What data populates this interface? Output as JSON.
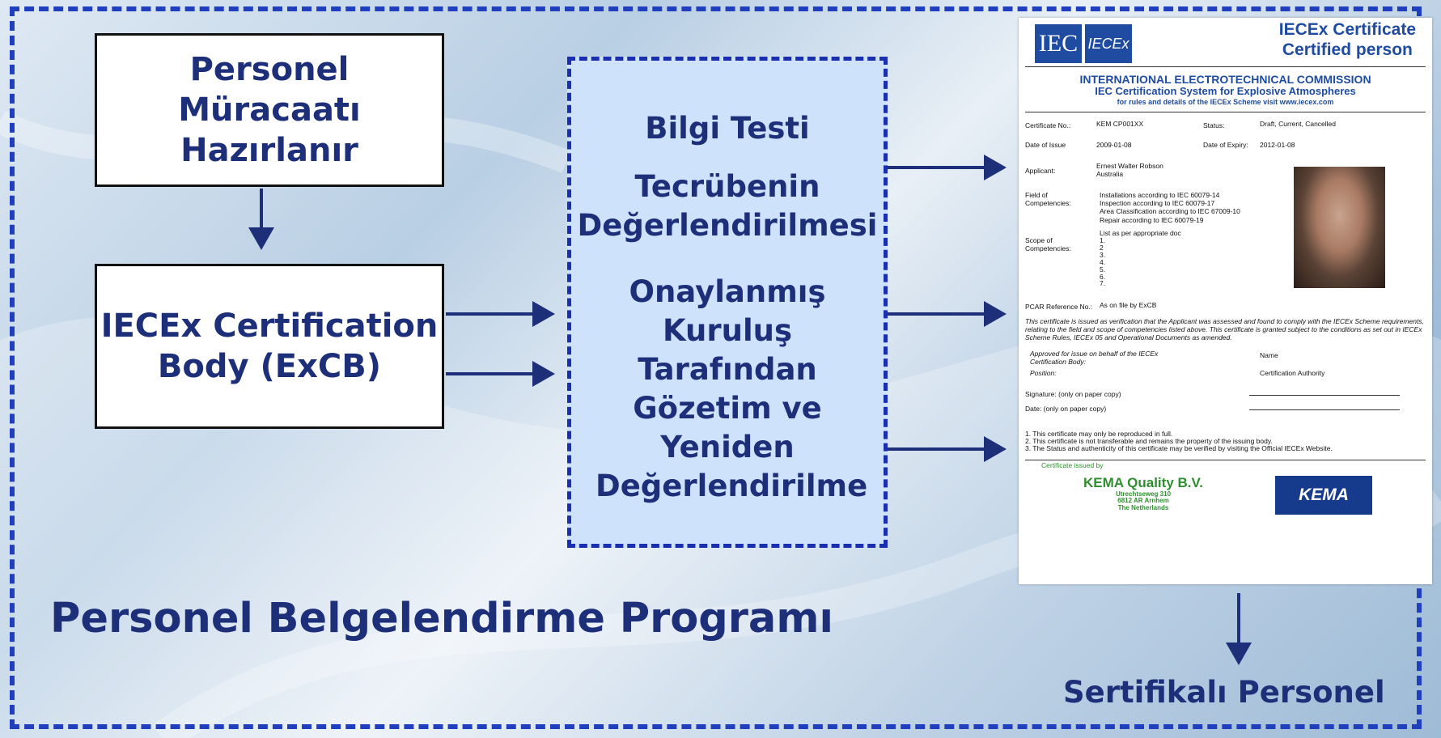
{
  "box_application": "Personel Müracaatı Hazırlanır",
  "box_body": "IECEx Certification Body (ExCB)",
  "process": {
    "item1": "Bilgi Testi",
    "item2": "Tecrübenin Değerlendirilmesi",
    "item3": "Onaylanmış Kuruluş Tarafından Gözetim ve Yeniden Değerlendirilme"
  },
  "certificate": {
    "logo_iec": "IEC",
    "logo_iecex": "IECEx",
    "title_line1": "IECEx Certificate",
    "title_line2": "Certified person",
    "org1": "INTERNATIONAL ELECTROTECHNICAL COMMISSION",
    "org2": "IEC Certification System for Explosive Atmospheres",
    "org3": "for rules and details of the IECEx Scheme visit www.iecex.com",
    "cert_no_label": "Certificate No.:",
    "cert_no": "KEM CP001XX",
    "status_label": "Status:",
    "status": "Draft, Current, Cancelled",
    "issue_label": "Date of Issue",
    "issue": "2009-01-08",
    "expiry_label": "Date of Expiry:",
    "expiry": "2012-01-08",
    "applicant_label": "Applicant:",
    "applicant": "Ernest Walter Robson\nAustralia",
    "field_label": "Field of\nCompetencies:",
    "field": "Installations according to IEC 60079-14\nInspection according to IEC 60079-17\nArea Classification according to IEC 67009-10\nRepair according to IEC 60079-19",
    "scope_label": "Scope of\nCompetencies:",
    "scope": "List as per appropriate doc\n1.\n2\n3.\n4.\n5.\n6.\n7.",
    "pcar_label": "PCAR Reference No.:",
    "pcar": "As on file by ExCB",
    "statement": "This certificate is issued as verification that the Applicant was assessed and found to comply with the IECEx Scheme requirements, relating to the field and scope of competencies listed above. This certificate is granted subject to the conditions as set out in IECEx Scheme Rules, IECEx 05 and Operational Documents as amended.",
    "approved_label": "Approved for issue on behalf of the IECEx\nCertification Body:",
    "name_label": "Name",
    "position_label": "Position:",
    "position": "Certification Authority",
    "signature_label": "Signature: (only on paper copy)",
    "date_label": "Date: (only on paper copy)",
    "notes": "1. This certificate may only be reproduced in full.\n2. This certificate is not transferable and remains the property of the issuing body.\n3. The Status and authenticity of this certificate may be verified by visiting the Official IECEx Website.",
    "issued_by": "Certificate issued by",
    "kema_name": "KEMA Quality B.V.",
    "kema_addr": "Utrechtseweg 310\n6812 AR Arnhem\nThe Netherlands",
    "kema_logo": "KEMA"
  },
  "main_title": "Personel Belgelendirme Programı",
  "result_label": "Sertifikalı Personel",
  "colors": {
    "text": "#1e2f7a",
    "frame": "#1f3fbf",
    "box_fill": "#cfe2fb",
    "arrow": "#1e2f7a"
  }
}
